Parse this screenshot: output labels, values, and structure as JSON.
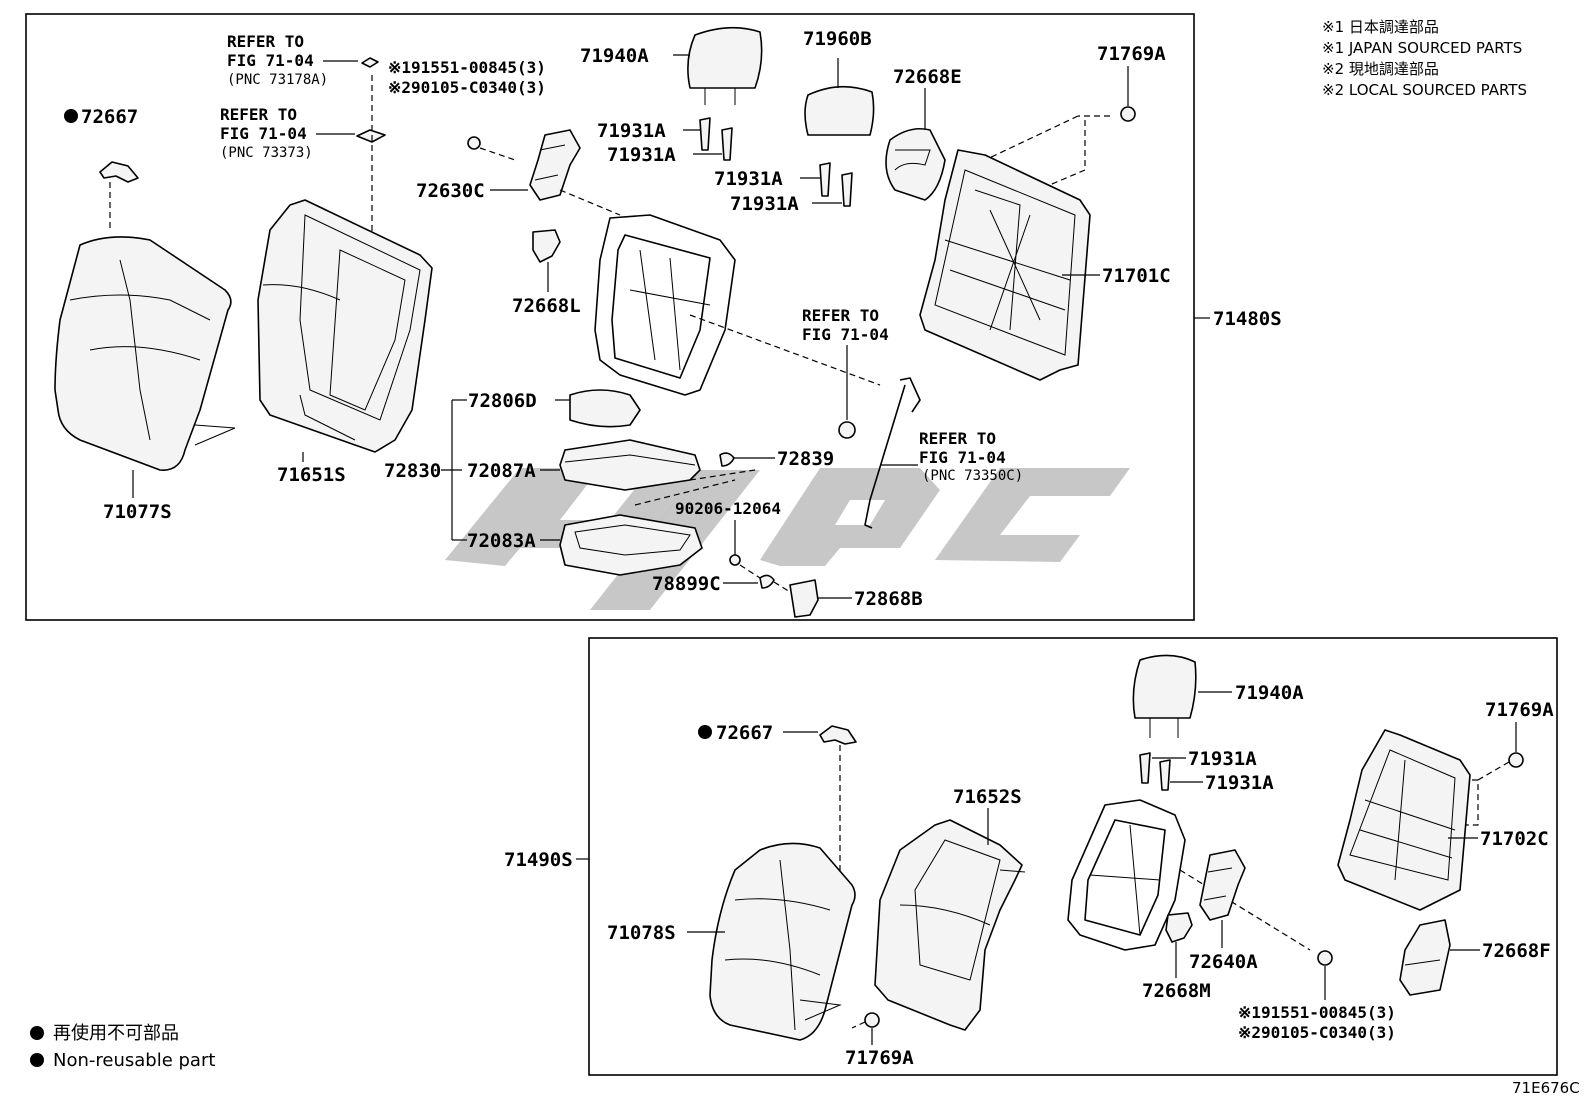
{
  "diagram_code": "71E676C",
  "notes": [
    "※1 日本調達部品",
    "※1 JAPAN SOURCED PARTS",
    "※2 現地調達部品",
    "※2 LOCAL SOURCED PARTS"
  ],
  "legend": {
    "jp": "再使用不可部品",
    "en": "Non-reusable part"
  },
  "upper_group": {
    "assembly": "71480S",
    "refer_1": {
      "line1": "REFER TO",
      "line2": "FIG 71-04",
      "pnc": "(PNC 73178A)"
    },
    "refer_2": {
      "line1": "REFER TO",
      "line2": "FIG 71-04",
      "pnc": "(PNC 73373)"
    },
    "refer_3": {
      "line1": "REFER TO",
      "line2": "FIG 71-04"
    },
    "refer_4": {
      "line1": "REFER TO",
      "line2": "FIG 71-04",
      "pnc": "(PNC 73350C)"
    },
    "bolt_note_1": "※191551-00845(3)",
    "bolt_note_2": "※290105-C0340(3)",
    "parts": {
      "p72667": "72667",
      "p71077S": "71077S",
      "p71651S": "71651S",
      "p71940A": "71940A",
      "p71931A_1": "71931A",
      "p71931A_2": "71931A",
      "p71931A_3": "71931A",
      "p71931A_4": "71931A",
      "p71960B": "71960B",
      "p72668E": "72668E",
      "p71769A": "71769A",
      "p72630C": "72630C",
      "p72668L": "72668L",
      "p71701C": "71701C",
      "p72806D": "72806D",
      "p72830": "72830",
      "p72087A": "72087A",
      "p72083A": "72083A",
      "p72839": "72839",
      "p90206": "90206-12064",
      "p78899C": "78899C",
      "p72868B": "72868B"
    }
  },
  "lower_group": {
    "assembly": "71490S",
    "bolt_note_1": "※191551-00845(3)",
    "bolt_note_2": "※290105-C0340(3)",
    "parts": {
      "p72667": "72667",
      "p71940A": "71940A",
      "p71931A_1": "71931A",
      "p71931A_2": "71931A",
      "p71769A_1": "71769A",
      "p71769A_2": "71769A",
      "p71652S": "71652S",
      "p71078S": "71078S",
      "p71702C": "71702C",
      "p72640A": "72640A",
      "p72668M": "72668M",
      "p72668F": "72668F"
    }
  }
}
